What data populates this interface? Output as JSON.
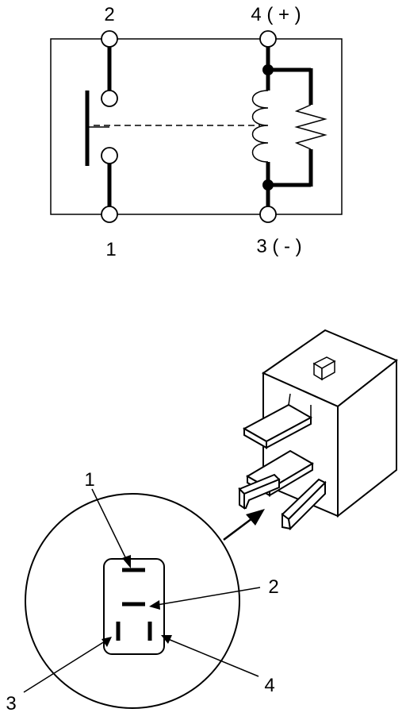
{
  "schematic": {
    "terminal_labels": {
      "t2": "2",
      "t4": "4 ( + )",
      "t1": "1",
      "t3": "3 ( - )"
    }
  },
  "connector_view": {
    "callouts": {
      "c1": "1",
      "c2": "2",
      "c3": "3",
      "c4": "4"
    }
  }
}
